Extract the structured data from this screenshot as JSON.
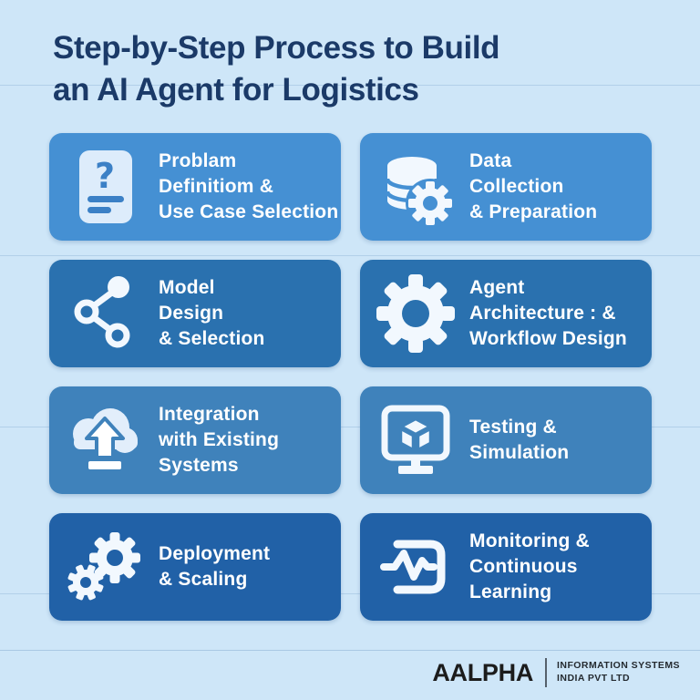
{
  "title": {
    "line1": "Step-by-Step Process to Build",
    "line2": "an AI Agent for Logistics"
  },
  "cards": [
    {
      "id": "problem-definition",
      "icon": "question-document-icon",
      "lines": [
        "Problam",
        "Definitiom &",
        "Use Case Selection"
      ]
    },
    {
      "id": "data-collection",
      "icon": "database-gear-icon",
      "lines": [
        "Data",
        "Collection",
        "& Preparation"
      ]
    },
    {
      "id": "model-design",
      "icon": "share-nodes-icon",
      "lines": [
        "Model",
        "Design",
        "& Selection"
      ]
    },
    {
      "id": "agent-architecture",
      "icon": "gear-icon",
      "lines": [
        "Agent",
        "Architecture : &",
        "Workflow Design"
      ]
    },
    {
      "id": "integration",
      "icon": "cloud-upload-icon",
      "lines": [
        "Integration",
        "with Existing",
        "Systems"
      ]
    },
    {
      "id": "testing",
      "icon": "monitor-cube-icon",
      "lines": [
        "Testing &",
        "Simulation"
      ]
    },
    {
      "id": "deployment",
      "icon": "double-gears-icon",
      "lines": [
        "Deployment",
        "& Scaling"
      ]
    },
    {
      "id": "monitoring",
      "icon": "pulse-monitor-icon",
      "lines": [
        "Monitoring &",
        "Continuous",
        "Learning"
      ]
    }
  ],
  "footer": {
    "brand": "AALPHA",
    "tagline_line1": "INFORMATION SYSTEMS",
    "tagline_line2": "INDIA PVT LTD"
  },
  "colors": {
    "background": "#cee6f8",
    "title_text": "#1b3a68",
    "card_row1": "#4590d3",
    "card_row2": "#2a71af",
    "card_row3": "#3f82bb",
    "card_row4": "#2161a7",
    "card_text": "#ffffff",
    "footer_text": "#1c1c1c"
  }
}
